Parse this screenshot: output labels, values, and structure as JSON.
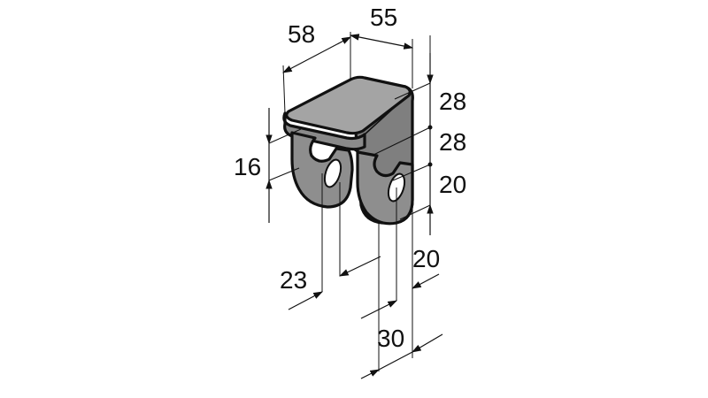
{
  "colors": {
    "background": "#ffffff",
    "part_fill": "#8e8e8e",
    "part_top": "#a6a6a6",
    "part_shade": "#7a7a7a",
    "line": "#111111",
    "hole": "#ffffff"
  },
  "dimensions": {
    "top_width": "58",
    "top_depth": "55",
    "height_upper": "28",
    "height_middle": "28",
    "height_lower": "20",
    "slot_left": "16",
    "hole_spacing": "23",
    "lower_width": "20",
    "bottom_width": "30"
  }
}
